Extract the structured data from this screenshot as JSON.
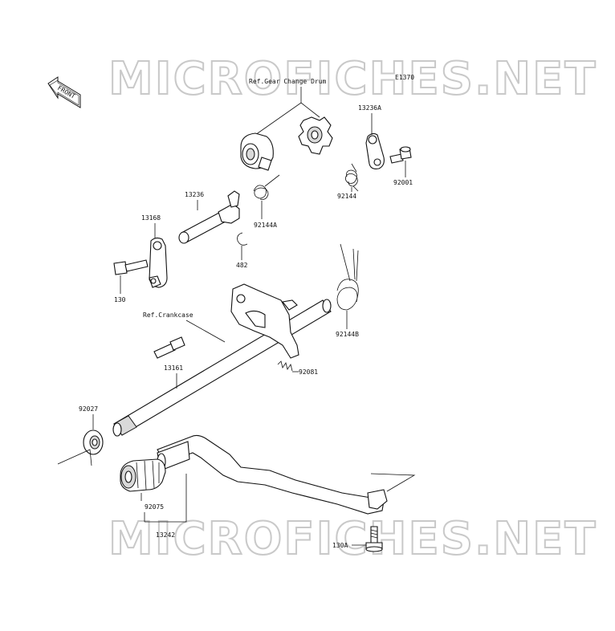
{
  "watermark": {
    "top_text": "MICROFICHES.NET",
    "bottom_text": "MICROFICHES.NET"
  },
  "diagram_code": "E1370",
  "front_indicator": {
    "label": "FRONT",
    "icon": "front-arrow-icon"
  },
  "references": {
    "gear_change_drum": "Ref.Gear Change Drum",
    "crankcase": "Ref.Crankcase"
  },
  "part_labels": {
    "p13236A": "13236A",
    "p92001": "92001",
    "p92144": "92144",
    "p92144A": "92144A",
    "p13236": "13236",
    "p13168": "13168",
    "p482": "482",
    "p130": "130",
    "p92144B": "92144B",
    "p92081": "92081",
    "p13161": "13161",
    "p92027": "92027",
    "p92075": "92075",
    "p13242": "13242",
    "p130A": "130A"
  },
  "colors": {
    "line": "#111111",
    "watermark_outline": "#c9c9c9",
    "background": "#ffffff"
  }
}
